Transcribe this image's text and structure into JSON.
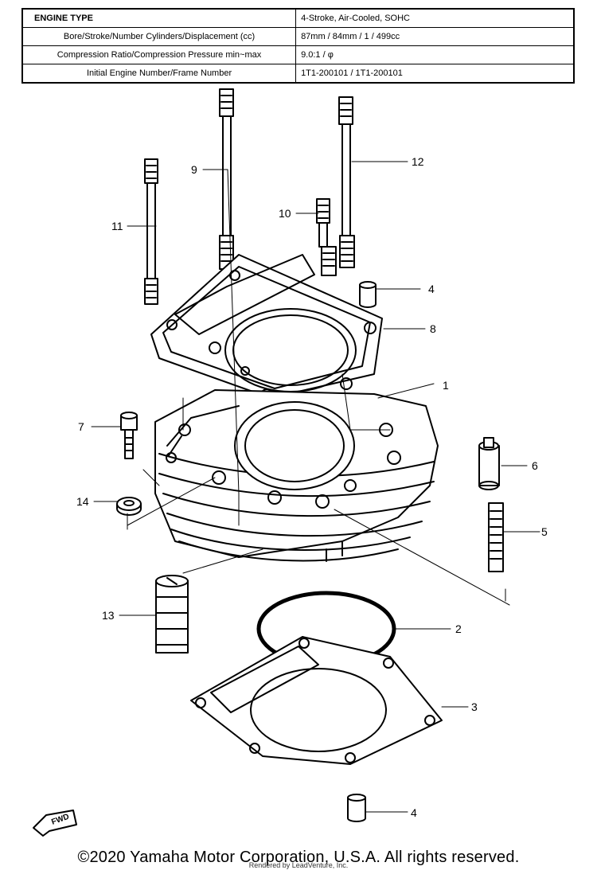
{
  "spec_table": {
    "rows": [
      {
        "label": "ENGINE TYPE",
        "value": "4-Stroke, Air-Cooled, SOHC"
      },
      {
        "label": "Bore/Stroke/Number Cylinders/Displacement (cc)",
        "value": "87mm / 84mm / 1 / 499cc"
      },
      {
        "label": "Compression Ratio/Compression Pressure min~max",
        "value": "9.0:1 / φ"
      },
      {
        "label": "Initial Engine Number/Frame Number",
        "value": "1T1-200101 / 1T1-200101"
      }
    ]
  },
  "callouts": {
    "c1": "1",
    "c2": "2",
    "c3": "3",
    "c4a": "4",
    "c4b": "4",
    "c5": "5",
    "c6": "6",
    "c7": "7",
    "c8": "8",
    "c9": "9",
    "c10": "10",
    "c11": "11",
    "c12": "12",
    "c13": "13",
    "c14": "14"
  },
  "fwd_label": "FWD",
  "footer": {
    "copyright": "©2020 Yamaha Motor Corporation, U.S.A. All rights reserved.",
    "rendered_by": "Rendered by LeadVenture, Inc."
  }
}
